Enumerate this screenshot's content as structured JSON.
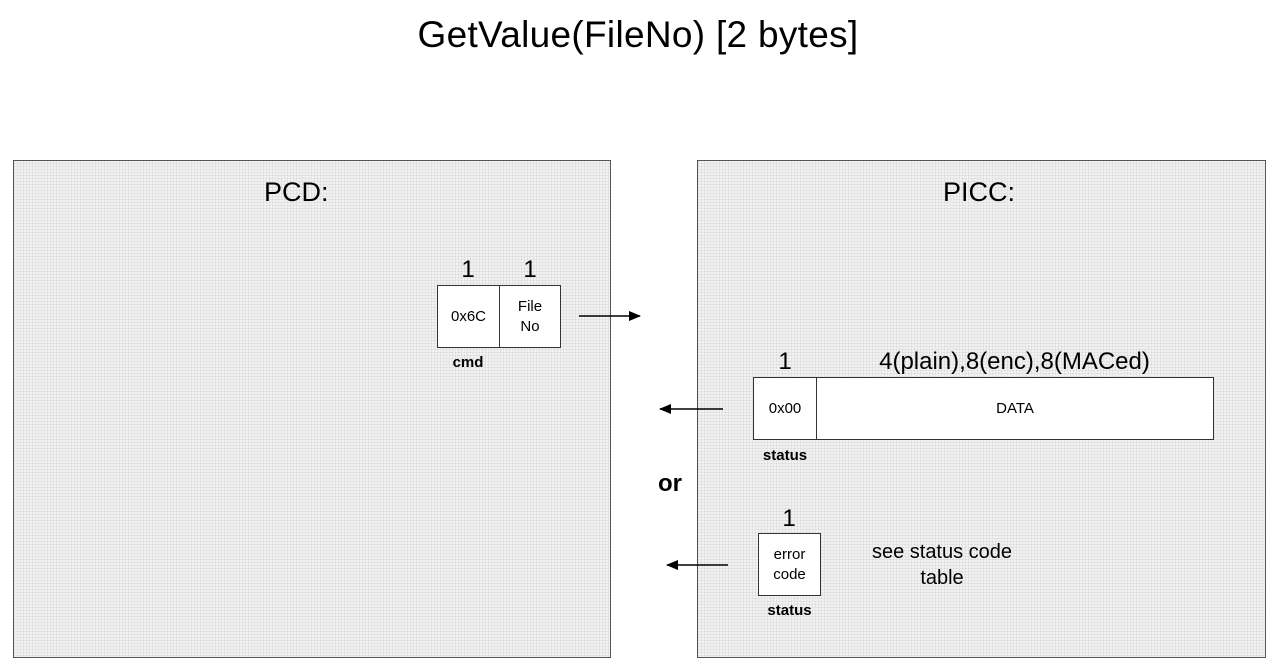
{
  "title": "GetValue(FileNo) [2 bytes]",
  "pcd": {
    "title": "PCD:",
    "command": {
      "fields": [
        {
          "size": "1",
          "text": "0x6C"
        },
        {
          "size": "1",
          "text": "File\nNo"
        }
      ],
      "label": "cmd"
    }
  },
  "picc": {
    "title": "PICC:",
    "success": {
      "status_size": "1",
      "status_value": "0x00",
      "data_size": "4(plain),8(enc),8(MACed)",
      "data_label": "DATA",
      "label": "status"
    },
    "or_label": "or",
    "error": {
      "size": "1",
      "text": "error\ncode",
      "label": "status",
      "note": "see status code\ntable"
    }
  }
}
